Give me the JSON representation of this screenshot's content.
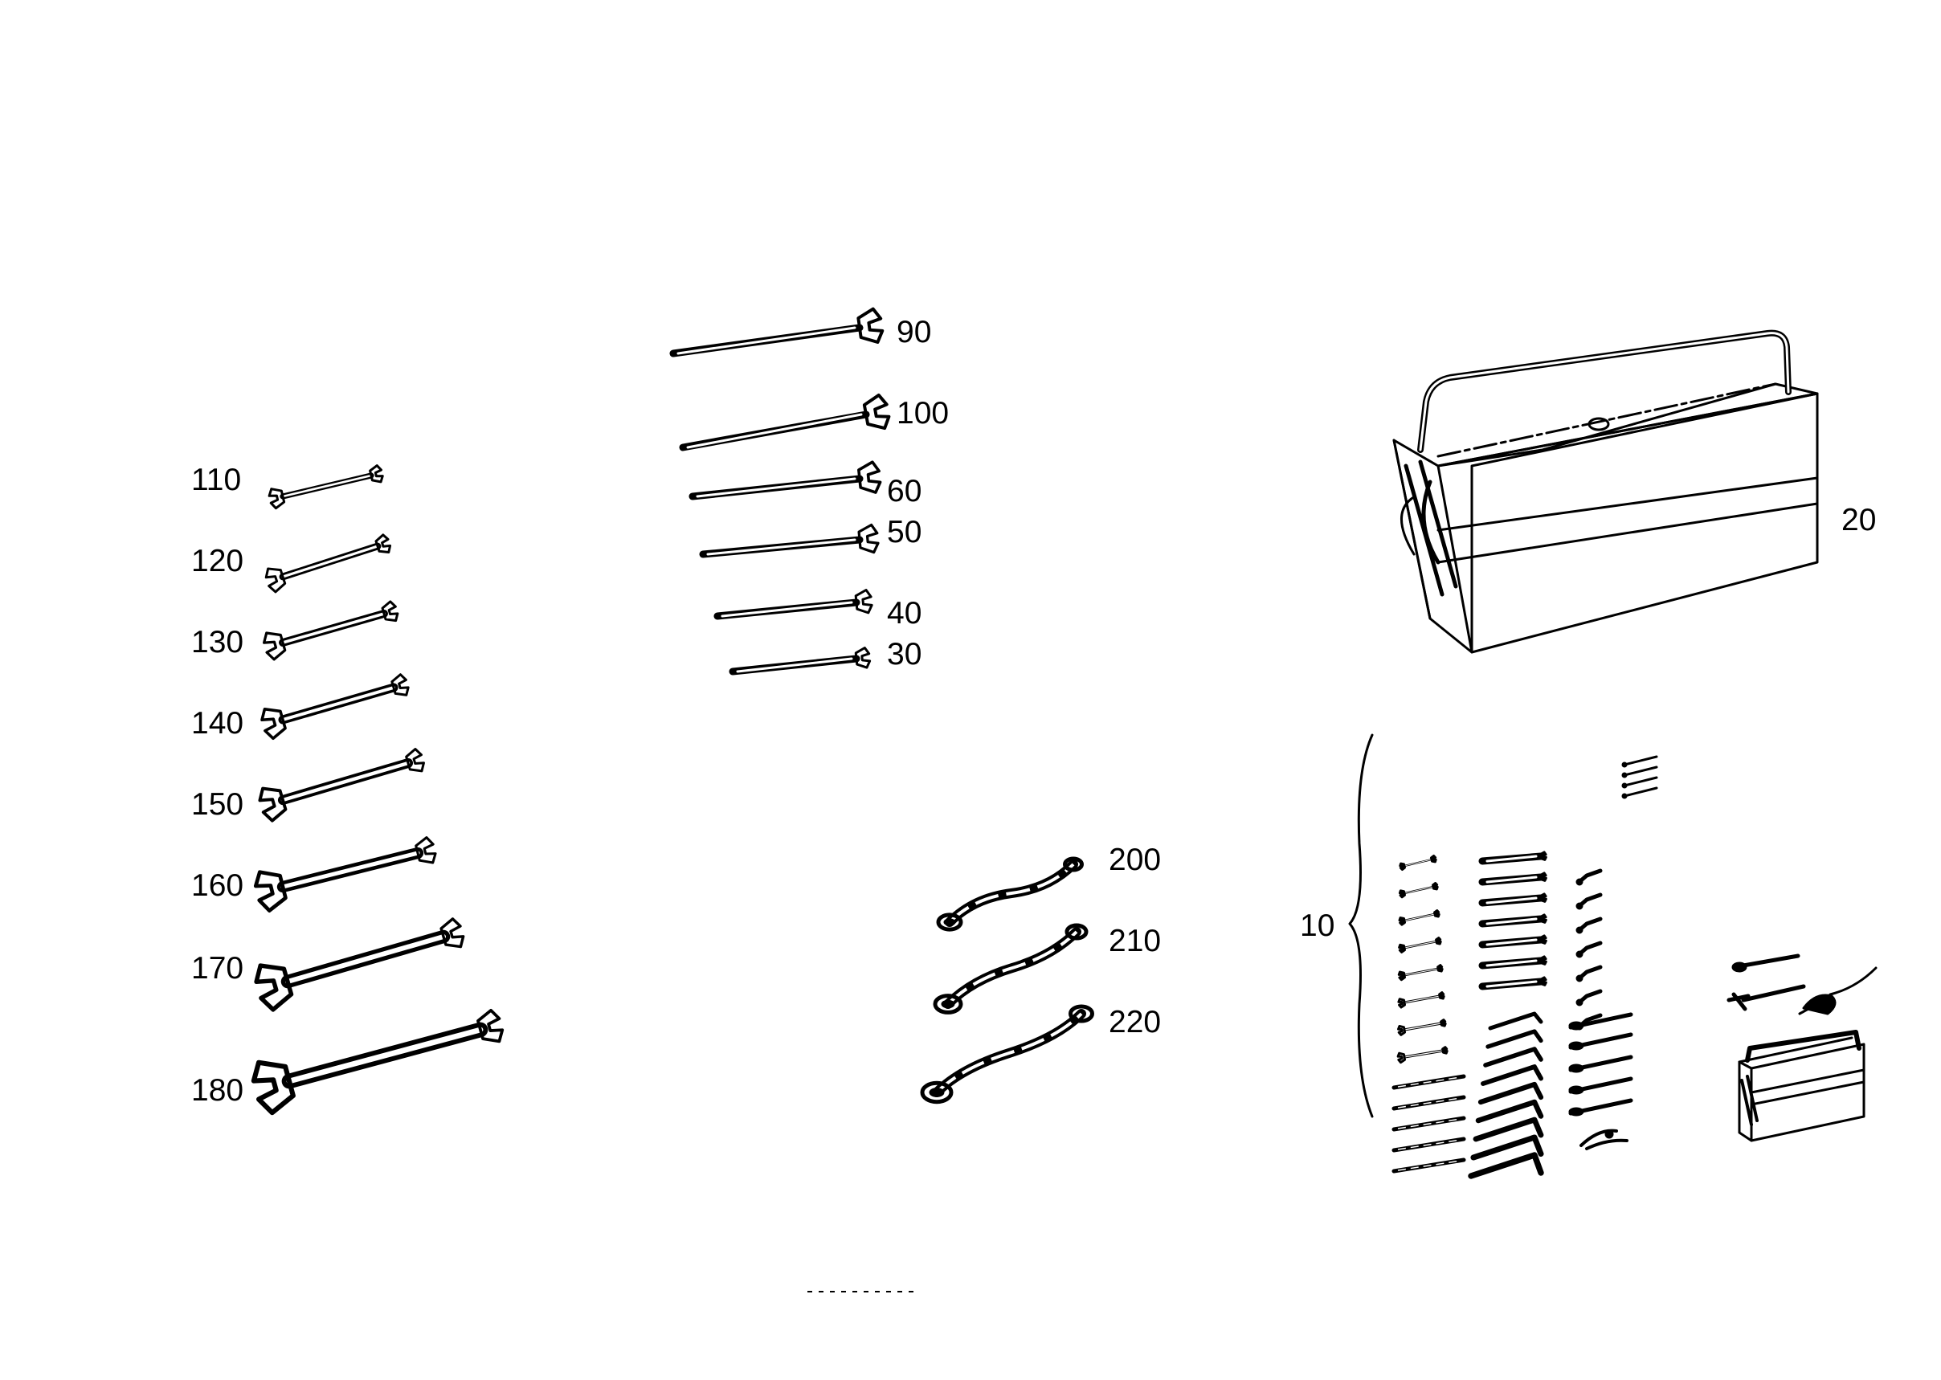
{
  "open_end_wrenches": [
    {
      "label": "110"
    },
    {
      "label": "120"
    },
    {
      "label": "130"
    },
    {
      "label": "140"
    },
    {
      "label": "150"
    },
    {
      "label": "160"
    },
    {
      "label": "170"
    },
    {
      "label": "180"
    }
  ],
  "single_open_wrenches": [
    {
      "label": "90"
    },
    {
      "label": "100"
    },
    {
      "label": "60"
    },
    {
      "label": "50"
    },
    {
      "label": "40"
    },
    {
      "label": "30"
    }
  ],
  "ring_wrenches": [
    {
      "label": "200"
    },
    {
      "label": "210"
    },
    {
      "label": "220"
    }
  ],
  "toolbox": {
    "label": "20"
  },
  "tool_set": {
    "label": "10"
  },
  "colors": {
    "ink": "#000000",
    "background": "#ffffff"
  },
  "icons": [
    "wrench-icon",
    "ring-wrench-icon",
    "toolbox-icon",
    "brace-icon",
    "allen-key-icon",
    "screwdriver-icon",
    "pliers-icon"
  ]
}
